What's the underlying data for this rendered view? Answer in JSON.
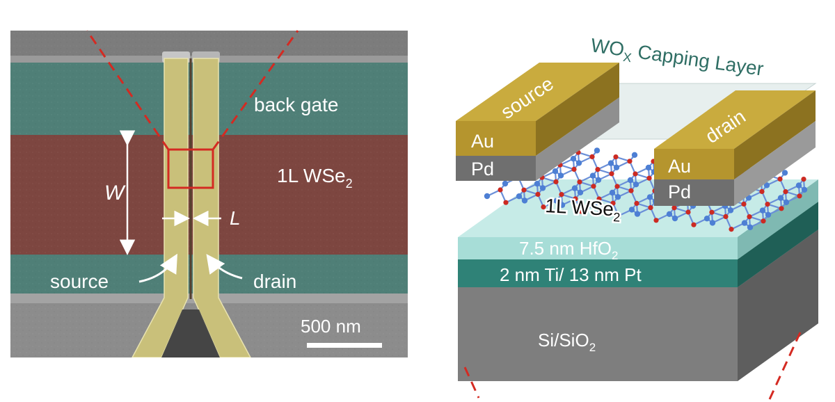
{
  "left_panel": {
    "labels": {
      "back_gate": "back gate",
      "monolayer": "1L WSe",
      "monolayer_sub": "2",
      "width": "W",
      "length": "L",
      "source": "source",
      "drain": "drain",
      "scale_bar": "500 nm"
    }
  },
  "right_panel": {
    "capping": {
      "main": "WO",
      "sub": "X",
      "rest": " Capping Layer"
    },
    "source_contact": {
      "label": "source",
      "top_metal": "Au",
      "bottom_metal": "Pd"
    },
    "drain_contact": {
      "label": "drain",
      "top_metal": "Au",
      "bottom_metal": "Pd"
    },
    "channel": {
      "main": "1L WSe",
      "sub": "2"
    },
    "layers": {
      "dielectric": {
        "main": "7.5 nm HfO",
        "sub": "2"
      },
      "gate_metal": "2 nm Ti/ 13 nm Pt",
      "substrate": {
        "main": "Si/SiO",
        "sub": "2"
      }
    }
  },
  "colors": {
    "gate_teal": "#4f7f77",
    "channel_red": "#7d4640",
    "contact_yellow": "#c9c07a",
    "zoom_dash": "#d42a22",
    "au_gold": "#b5952e",
    "pd_gray": "#6f6f6f",
    "hfo2_cyan": "#a7ddd7",
    "ptti_teal": "#2f8277",
    "si_gray": "#7e7e7e",
    "atom_red": "#cc2a22",
    "atom_blue": "#4d7fd4"
  }
}
